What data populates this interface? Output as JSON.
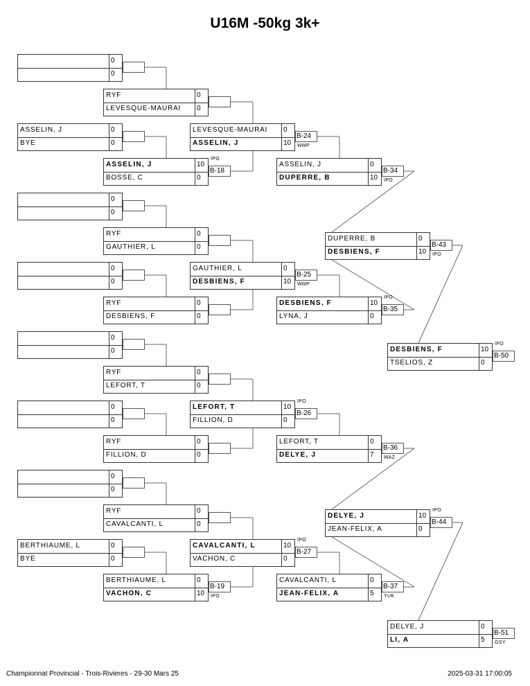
{
  "title": "U16M -50kg 3k+",
  "footer": {
    "event": "Championnat Provincial - Trois-Rivieres -  29-30 Mars 25",
    "timestamp": "2025-03-31 17:00:05"
  },
  "round1": [
    {
      "top": {
        "name": "",
        "score": "0"
      },
      "bottom": {
        "name": "",
        "score": "0"
      }
    },
    {
      "top": {
        "name": "ASSELIN, J",
        "score": "0"
      },
      "bottom": {
        "name": "BYE",
        "score": "0"
      }
    },
    {
      "top": {
        "name": "",
        "score": "0"
      },
      "bottom": {
        "name": "",
        "score": "0"
      }
    },
    {
      "top": {
        "name": "",
        "score": "0"
      },
      "bottom": {
        "name": "",
        "score": "0"
      }
    },
    {
      "top": {
        "name": "",
        "score": "0"
      },
      "bottom": {
        "name": "",
        "score": "0"
      }
    },
    {
      "top": {
        "name": "",
        "score": "0"
      },
      "bottom": {
        "name": "",
        "score": "0"
      }
    },
    {
      "top": {
        "name": "",
        "score": "0"
      },
      "bottom": {
        "name": "",
        "score": "0"
      }
    },
    {
      "top": {
        "name": "BERTHIAUME, L",
        "score": "0"
      },
      "bottom": {
        "name": "BYE",
        "score": "0"
      }
    }
  ],
  "round2": [
    {
      "top": {
        "name": "RYF",
        "score": "0"
      },
      "bottom": {
        "name": "LEVESQUE-MAURAI",
        "score": "0"
      }
    },
    {
      "top": {
        "name": "ASSELIN, J",
        "score": "10",
        "winner": true
      },
      "bottom": {
        "name": "BOSSE, C",
        "score": "0"
      },
      "bout": "B-18",
      "result": "IPO"
    },
    {
      "top": {
        "name": "RYF",
        "score": "0"
      },
      "bottom": {
        "name": "GAUTHIER, L",
        "score": "0"
      }
    },
    {
      "top": {
        "name": "RYF",
        "score": "0"
      },
      "bottom": {
        "name": "DESBIENS, F",
        "score": "0"
      }
    },
    {
      "top": {
        "name": "RYF",
        "score": "0"
      },
      "bottom": {
        "name": "LEFORT, T",
        "score": "0"
      }
    },
    {
      "top": {
        "name": "RYF",
        "score": "0"
      },
      "bottom": {
        "name": "FILLION, D",
        "score": "0"
      }
    },
    {
      "top": {
        "name": "RYF",
        "score": "0"
      },
      "bottom": {
        "name": "CAVALCANTI, L",
        "score": "0"
      }
    },
    {
      "top": {
        "name": "BERTHIAUME, L",
        "score": "0"
      },
      "bottom": {
        "name": "VACHON, C",
        "score": "10",
        "winner": true
      },
      "bout": "B-19",
      "result": "IPO"
    }
  ],
  "round3": [
    {
      "top": {
        "name": "LEVESQUE-MAURAI",
        "score": "0"
      },
      "bottom": {
        "name": "ASSELIN, J",
        "score": "10",
        "winner": true
      },
      "bout": "B-24",
      "result": "WMP"
    },
    {
      "top": {
        "name": "GAUTHIER, L",
        "score": "0"
      },
      "bottom": {
        "name": "DESBIENS, F",
        "score": "10",
        "winner": true
      },
      "bout": "B-25",
      "result": "WMP"
    },
    {
      "top": {
        "name": "LEFORT, T",
        "score": "10",
        "winner": true
      },
      "bottom": {
        "name": "FILLION, D",
        "score": "0"
      },
      "bout": "B-26",
      "result": "IPO"
    },
    {
      "top": {
        "name": "CAVALCANTI, L",
        "score": "10",
        "winner": true
      },
      "bottom": {
        "name": "VACHON, C",
        "score": "0"
      },
      "bout": "B-27",
      "result": "IPO"
    }
  ],
  "round4": [
    {
      "top": {
        "name": "ASSELIN, J",
        "score": "0"
      },
      "bottom": {
        "name": "DUPERRE, B",
        "score": "10",
        "winner": true
      },
      "bout": "B-34",
      "result": "IPO"
    },
    {
      "top": {
        "name": "DESBIENS, F",
        "score": "10",
        "winner": true
      },
      "bottom": {
        "name": "LYNA, J",
        "score": "0"
      },
      "bout": "B-35",
      "result": "IPO"
    },
    {
      "top": {
        "name": "LEFORT, T",
        "score": "0"
      },
      "bottom": {
        "name": "DELYE, J",
        "score": "7",
        "winner": true
      },
      "bout": "B-36",
      "result": "WAZ"
    },
    {
      "top": {
        "name": "CAVALCANTI, L",
        "score": "0"
      },
      "bottom": {
        "name": "JEAN-FELIX, A",
        "score": "5",
        "winner": true
      },
      "bout": "B-37",
      "result": "YUK"
    }
  ],
  "round5": [
    {
      "top": {
        "name": "DUPERRE, B",
        "score": "0"
      },
      "bottom": {
        "name": "DESBIENS, F",
        "score": "10",
        "winner": true
      },
      "bout": "B-43",
      "result": "IPO"
    },
    {
      "top": {
        "name": "DELYE, J",
        "score": "10",
        "winner": true
      },
      "bottom": {
        "name": "JEAN-FELIX, A",
        "score": "0"
      },
      "bout": "B-44",
      "result": "IPO"
    }
  ],
  "round6": [
    {
      "top": {
        "name": "DESBIENS, F",
        "score": "10",
        "winner": true
      },
      "bottom": {
        "name": "TSELIOS, Z",
        "score": "0"
      },
      "bout": "B-50",
      "result": "IPO"
    },
    {
      "top": {
        "name": "DELYE, J",
        "score": "0"
      },
      "bottom": {
        "name": "LI, A",
        "score": "5",
        "winner": true
      },
      "bout": "B-51",
      "result": "GSY"
    }
  ]
}
